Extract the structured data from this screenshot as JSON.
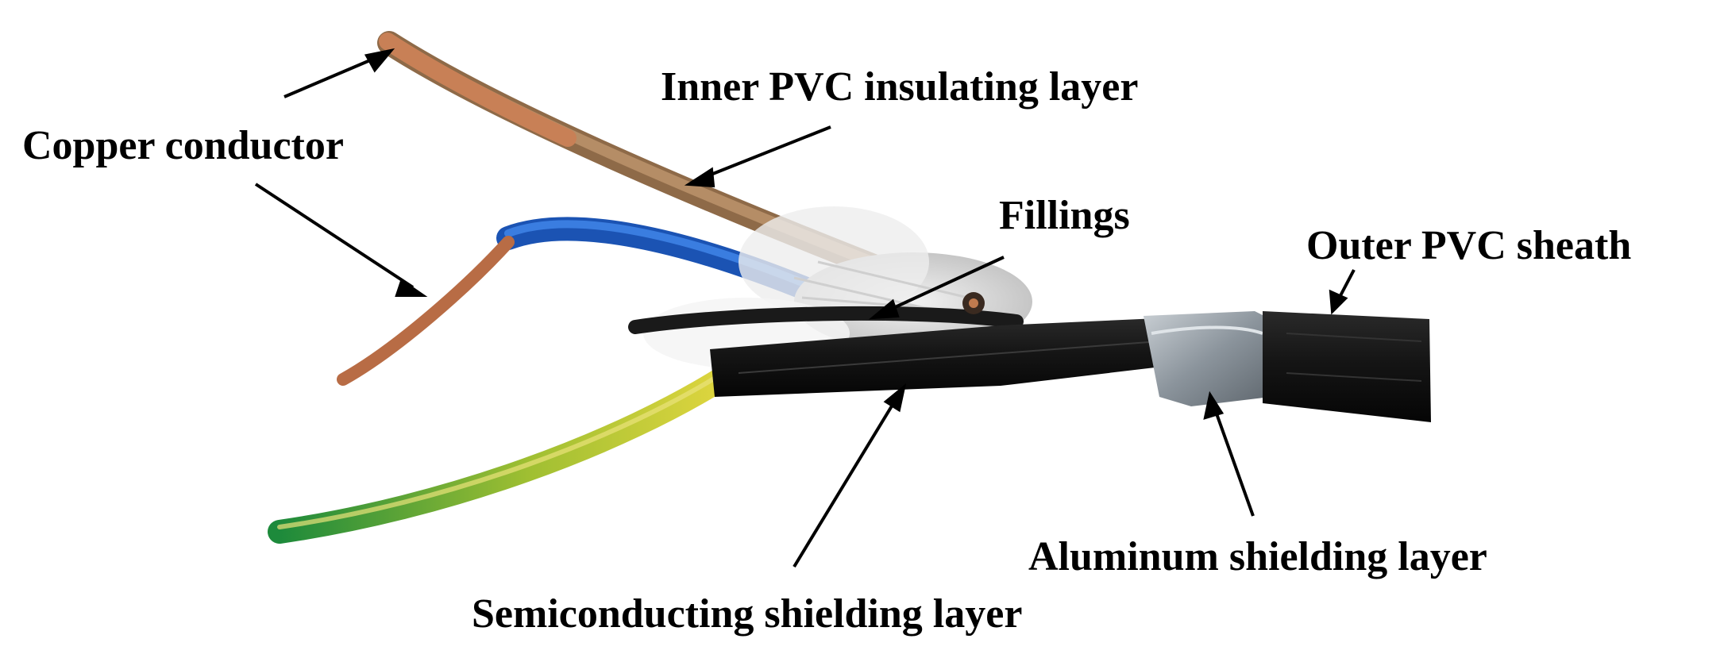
{
  "labels": {
    "copper_conductor": "Copper conductor",
    "inner_pvc": "Inner PVC insulating layer",
    "fillings": "Fillings",
    "outer_pvc": "Outer PVC sheath",
    "aluminum": "Aluminum shielding layer",
    "semiconducting": "Semiconducting shielding layer"
  },
  "colors": {
    "copper": "#b8734a",
    "brown_insulation": "#a07a55",
    "blue_insulation": "#1f5fc4",
    "yellow_green_stripe": "#d8d23a",
    "green_insulation": "#1f8a3a",
    "sheath_black": "#141414",
    "aluminum": "#9aa2aa",
    "fillings": "#dcdcdc"
  }
}
